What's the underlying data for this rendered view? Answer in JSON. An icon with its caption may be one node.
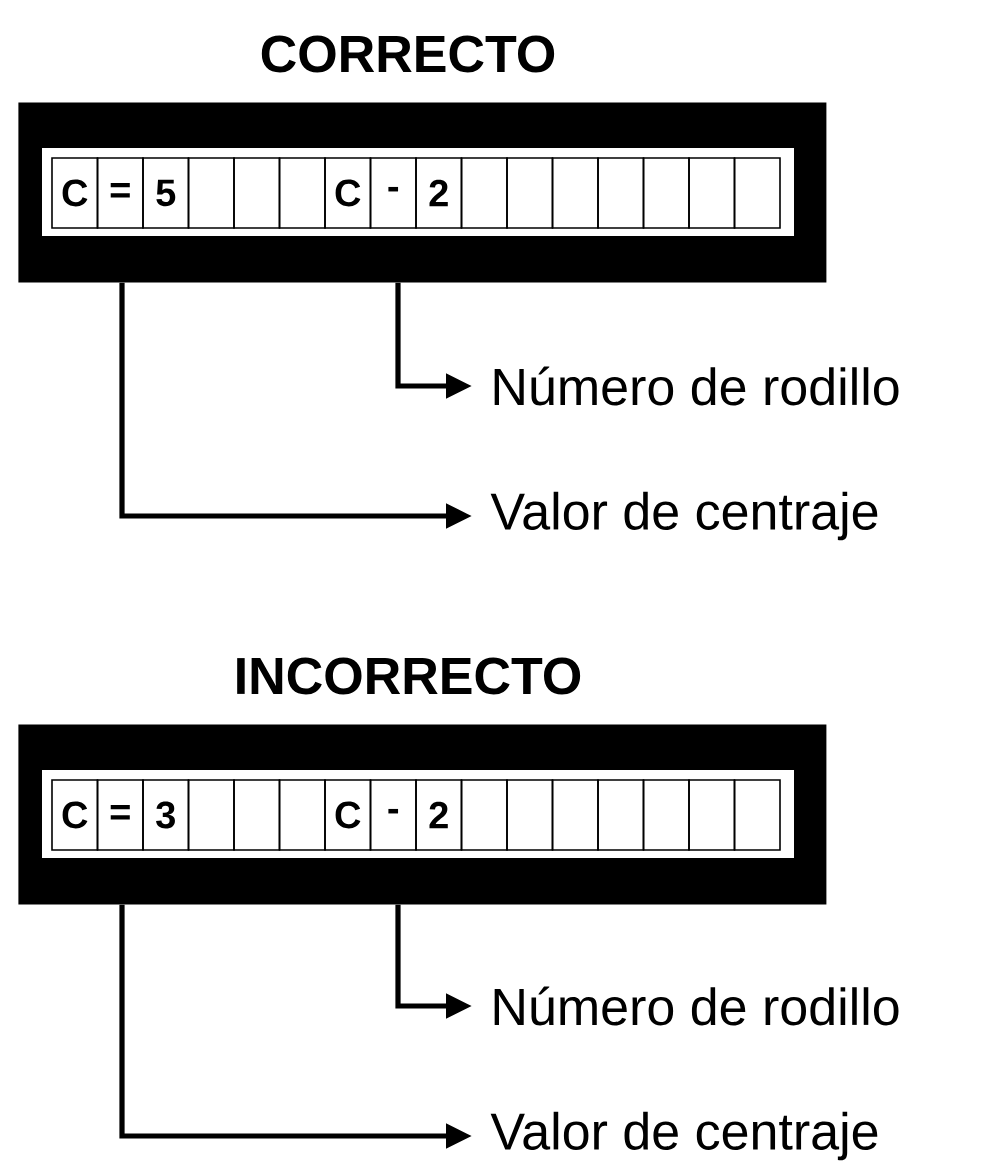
{
  "diagram": {
    "nodes": [
      {
        "text": [
          "CORRECTO"
        ]
      },
      {
        "text": [
          "Número de rodillo"
        ]
      },
      {
        "text": [
          "Valor de centraje"
        ]
      },
      {
        "text": [
          "INCORRECTO"
        ]
      },
      {
        "text": [
          "Número de rodillo"
        ]
      },
      {
        "text": [
          "Valor de centraje"
        ]
      }
    ],
    "edges": [
      {
        "from": 0,
        "to": 1,
        "arrow": "to"
      },
      {
        "from": 0,
        "to": 2,
        "arrow": "to"
      },
      {
        "from": 3,
        "to": 4,
        "arrow": "to"
      },
      {
        "from": 3,
        "to": 5,
        "arrow": "to"
      }
    ],
    "labels": [
      "C",
      "=",
      "5",
      "C",
      "-",
      "2",
      "C",
      "=",
      "3",
      "C",
      "-",
      "2"
    ]
  }
}
